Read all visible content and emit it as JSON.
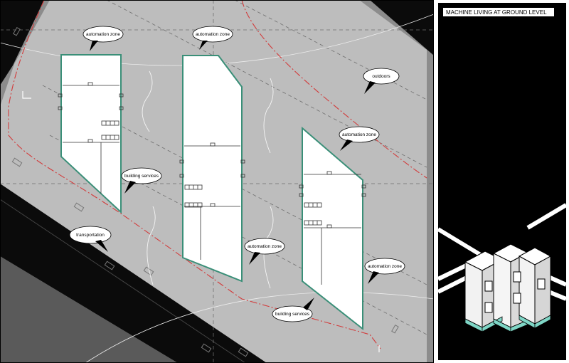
{
  "panel": {
    "title": "MACHINE LIVING AT GROUND LEVEL"
  },
  "callouts": {
    "automation_zone_1": "automation zone",
    "automation_zone_2": "automation zone",
    "outdoors": "outdoors",
    "automation_zone_3": "automation zone",
    "building_services_1": "building services",
    "transportation": "transportation",
    "automation_zone_4": "automation zone",
    "automation_zone_5": "automation zone",
    "building_services_2": "building services"
  },
  "colors": {
    "site": "#bdbdbd",
    "road": "#0a0a0a",
    "building": "#ffffff",
    "building_edge": "#3a8f78",
    "boundary": "#d23c3c",
    "accent": "#7fd6c6"
  }
}
